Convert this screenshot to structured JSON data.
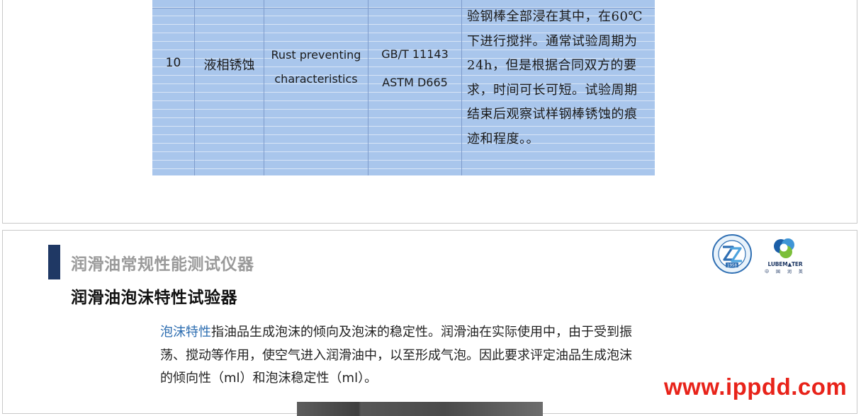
{
  "table_row": {
    "no": "10",
    "name_cn": "液相锈蚀",
    "name_en_lines": [
      "Rust preventing",
      "characteristics"
    ],
    "standards": [
      "GB/T 11143",
      "ASTM D665"
    ],
    "description_lines": [
      "验钢棒全部浸在其中，在60℃",
      "下进行搅拌。通常试验周期为",
      "24h，但是根据合同双方的要",
      "求，时间可长可短。试验周期",
      "结束后观察试样钢棒锈蚀的痕",
      "迹和程度。。"
    ]
  },
  "slide2": {
    "section_title": "润滑油常规性能测试仪器",
    "page_title": "润滑油泡沫特性试验器",
    "body": {
      "term": "泡沫特性",
      "line1_rest": "指油品生成泡沫的倾向及泡沫的稳定性。润滑油在实际使用中，由于受到振",
      "line2": "荡、搅动等作用，使空气进入润滑油中，以至形成气泡。因此要求评定油品生成泡沫",
      "line3": "的倾向性（ml）和泡沫稳定性（ml）。"
    },
    "logos": {
      "seal_icon": "research-institute-seal",
      "seal_year": "1958",
      "brand_name": "LUBEM▲TER",
      "brand_cn": "中 国 润 英"
    }
  },
  "watermark": "www.ippdd.com",
  "colors": {
    "table_fill": "#a9c6ec",
    "accent_bar": "#1f3864",
    "term_blue": "#2b6cb0",
    "watermark_red": "#e8231a"
  }
}
